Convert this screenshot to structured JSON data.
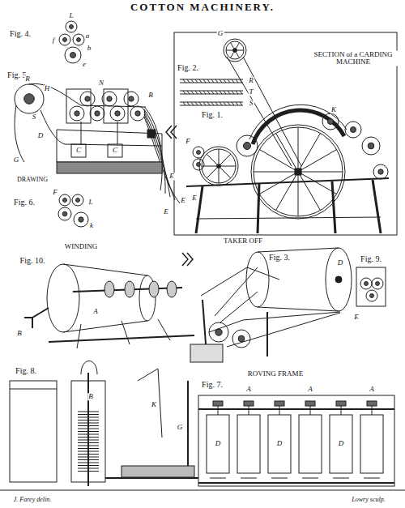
{
  "diagram": {
    "title": "COTTON MACHINERY.",
    "labels": [
      "Fig. 4.",
      "L",
      "a",
      "f",
      "b",
      "e",
      "Fig. 5.",
      "R",
      "H",
      "N",
      "B",
      "C",
      "C",
      "D",
      "G",
      "S",
      "DRAWING",
      "E",
      "E",
      "E",
      "Fig. 6.",
      "F",
      "L",
      "k",
      "Fig. 2.",
      "R",
      "T",
      "S",
      "SECTION of a CARDING MACHINE",
      "G",
      "Fig. 1.",
      "K",
      "F",
      "E",
      "TAKER OFF",
      "Fig. 3.",
      "D",
      "E",
      "Fig. 9.",
      "WINDING",
      "Fig. 10.",
      "A",
      "B",
      "Fig. 8.",
      "ROVING FRAME",
      "Fig. 7.",
      "A",
      "A",
      "A",
      "D",
      "D",
      "D",
      "K",
      "G",
      "B",
      "J. Farey delin.",
      "Lowry sculp."
    ]
  }
}
